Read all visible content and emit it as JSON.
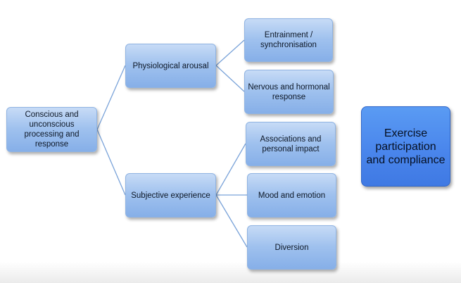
{
  "nodes": {
    "root": "Conscious and unconscious processing and response",
    "physiological": "Physiological arousal",
    "subjective": "Subjective experience",
    "entrainment": "Entrainment / synchronisation",
    "nervous": "Nervous and hormonal response",
    "associations": "Associations and personal impact",
    "mood": "Mood and emotion",
    "diversion": "Diversion"
  },
  "outcome": "Exercise participation and compliance",
  "colors": {
    "node_fill_top": "#c7dbf6",
    "node_fill_bottom": "#86afe8",
    "node_border": "#8fb3e2",
    "outcome_fill": "#4a86ec",
    "connector": "#7aa3d9"
  }
}
